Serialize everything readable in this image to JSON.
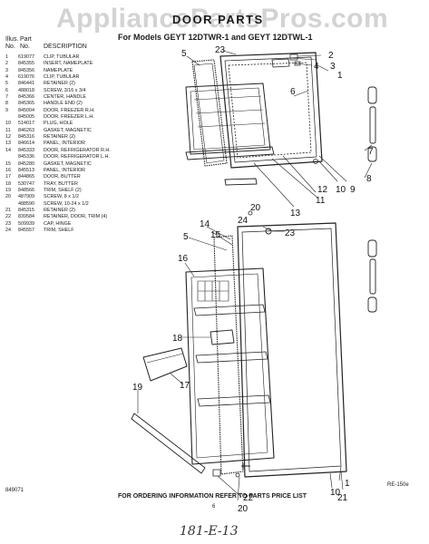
{
  "watermark": "AppliancePartsPros.com",
  "title": "DOOR PARTS",
  "subtitle": "For Models GEYT 12DTWR-1 and GEYT 12DTWL-1",
  "table_header": {
    "col1_line1": "Illus.",
    "col1_line2": "No.",
    "col2_line1": "Part",
    "col2_line2": "No.",
    "col3": "DESCRIPTION"
  },
  "parts": [
    {
      "no": "1",
      "part": "619077",
      "desc": "CLIP, TUBULAR"
    },
    {
      "no": "2",
      "part": "845355",
      "desc": "INSERT, NAMEPLATE"
    },
    {
      "no": "3",
      "part": "845356",
      "desc": "NAMEPLATE"
    },
    {
      "no": "4",
      "part": "619076",
      "desc": "CLIP, TUBULAR"
    },
    {
      "no": "5",
      "part": "846441",
      "desc": "RETAINER (2)"
    },
    {
      "no": "6",
      "part": "488018",
      "desc": "SCREW, 3/16 x 3/4"
    },
    {
      "no": "7",
      "part": "845366",
      "desc": "CENTER, HANDLE"
    },
    {
      "no": "8",
      "part": "845365",
      "desc": "HANDLE END (2)"
    },
    {
      "no": "9",
      "part": "845004",
      "desc": "DOOR, FREEZER R.H."
    },
    {
      "no": "",
      "part": "845005",
      "desc": "DOOR, FREEZER L.H."
    },
    {
      "no": "10",
      "part": "514017",
      "desc": "PLUG, HOLE"
    },
    {
      "no": "11",
      "part": "846263",
      "desc": "GASKET, MAGNETIC"
    },
    {
      "no": "12",
      "part": "845316",
      "desc": "RETAINER (2)"
    },
    {
      "no": "13",
      "part": "846614",
      "desc": "PANEL, INTERIOR"
    },
    {
      "no": "14",
      "part": "845333",
      "desc": "DOOR, REFRIGERATOR R.H."
    },
    {
      "no": "",
      "part": "845336",
      "desc": "DOOR, REFRIGERATOR L.H."
    },
    {
      "no": "15",
      "part": "845280",
      "desc": "GASKET, MAGNETIC"
    },
    {
      "no": "16",
      "part": "845513",
      "desc": "PANEL, INTERIOR"
    },
    {
      "no": "17",
      "part": "844865",
      "desc": "DOOR, BUTTER"
    },
    {
      "no": "18",
      "part": "530747",
      "desc": "TRAY, BUTTER"
    },
    {
      "no": "19",
      "part": "848566",
      "desc": "TRIM, SHELF (2)"
    },
    {
      "no": "20",
      "part": "487909",
      "desc": "SCREW, 8 x 1/2"
    },
    {
      "no": "",
      "part": "488590",
      "desc": "SCREW, 10-24 x 1/2"
    },
    {
      "no": "21",
      "part": "845315",
      "desc": "RETAINER (2)"
    },
    {
      "no": "22",
      "part": "839584",
      "desc": "RETAINER, DOOR, TRIM (4)"
    },
    {
      "no": "23",
      "part": "509939",
      "desc": "CAP, HINGE"
    },
    {
      "no": "24",
      "part": "845557",
      "desc": "TRIM, SHELF"
    }
  ],
  "callouts": {
    "c23a": "23",
    "c2": "2",
    "c3": "3",
    "c4": "4",
    "c1": "1",
    "c5": "5",
    "c6": "6",
    "c7": "7",
    "c8": "8",
    "c9": "9",
    "c10": "10",
    "c11": "11",
    "c12": "12",
    "c13": "13",
    "c20a": "20",
    "c24": "24",
    "c23b": "23",
    "c14": "14",
    "c15": "15",
    "c5b": "5",
    "c16": "16",
    "c18": "18",
    "c17": "17",
    "c19": "19",
    "c22": "22",
    "c20b": "20",
    "c1b": "1",
    "c10b": "10",
    "c21": "21"
  },
  "footer": {
    "left": "849071",
    "right": "RE-150e",
    "center": "FOR ORDERING INFORMATION REFER TO PARTS PRICE LIST",
    "page_number": "6",
    "handwritten": "181-E-13"
  }
}
